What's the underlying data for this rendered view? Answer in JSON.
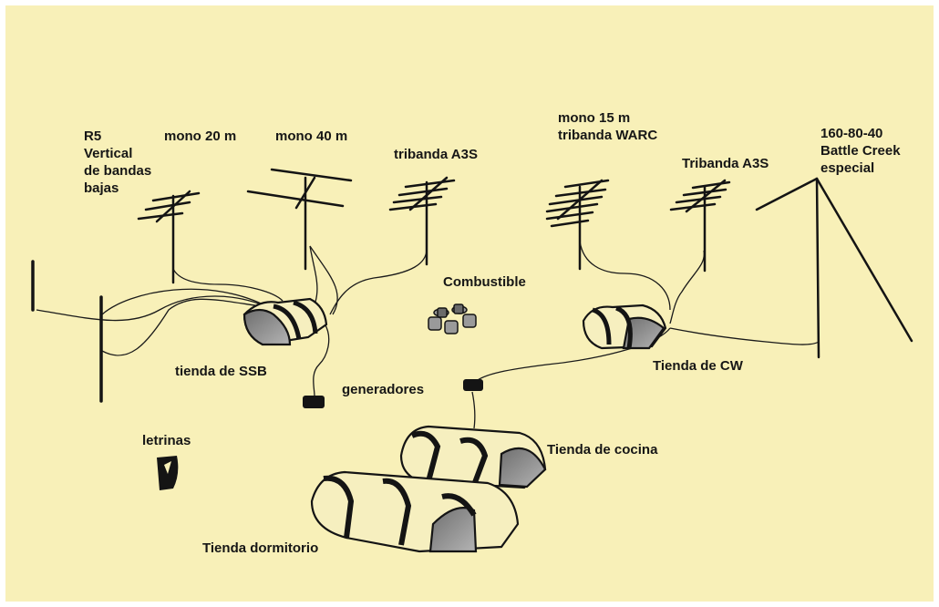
{
  "colors": {
    "background": "#f8f0b8",
    "ink": "#161616",
    "tent_fill": "#f6efbf",
    "tent_shadow": "#8c8c8c"
  },
  "labels": {
    "r5": "R5\nVertical\nde bandas\nbajas",
    "mono20": "mono 20 m",
    "mono40": "mono 40 m",
    "tribanda_a3s_left": "tribanda A3S",
    "mono15": "mono 15 m\ntribanda WARC",
    "tribanda_a3s_right": "Tribanda A3S",
    "battle_creek": "160-80-40\nBattle Creek\nespecial",
    "combustible": "Combustible",
    "tienda_ssb": "tienda de SSB",
    "generadores": "generadores",
    "tienda_cw": "Tienda de CW",
    "letrinas": "letrinas",
    "tienda_cocina": "Tienda de cocina",
    "tienda_dormitorio": "Tienda dormitorio"
  }
}
